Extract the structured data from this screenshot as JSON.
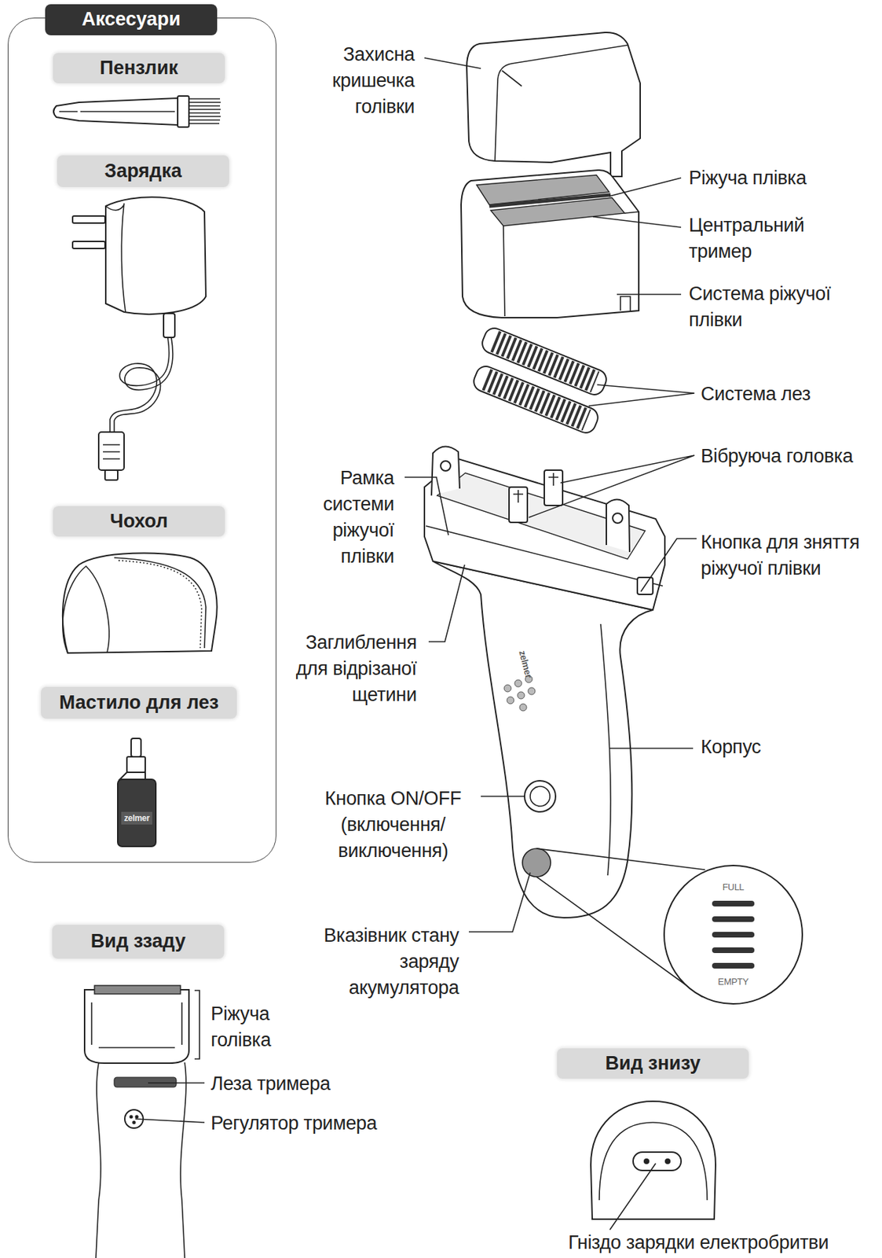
{
  "diagram": {
    "nodes": [
      {
        "text": [
          "Аксесуари"
        ]
      },
      {
        "text": [
          "Пензлик"
        ],
        "in": 0
      },
      {
        "text": [
          "Зарядка"
        ],
        "in": 0
      },
      {
        "text": [
          "Чохол"
        ],
        "in": 0
      },
      {
        "text": [
          "Мастило для лез"
        ],
        "in": 0
      },
      {
        "text": [
          "Вид ззаду"
        ]
      },
      {
        "text": [
          "Вид знизу"
        ]
      }
    ],
    "labels": [
      "Захисна кришечка голівки",
      "Ріжуча плівка",
      "Центральний тример",
      "Система ріжучої плівки",
      "Система лез",
      "Вібруюча головка",
      "Рамка системи ріжучої плівки",
      "Кнопка для зняття ріжучої плівки",
      "Заглиблення для відрізаної щетини",
      "Корпус",
      "Кнопка ON/OFF (включення/ виключення)",
      "Вказівник стану заряду акумулятора",
      "FULL",
      "EMPTY",
      "zelmer",
      "zelmer",
      "Ріжуча голівка",
      "Леза тримера",
      "Регулятор тримера",
      "Гніздо зарядки електробритви"
    ]
  }
}
